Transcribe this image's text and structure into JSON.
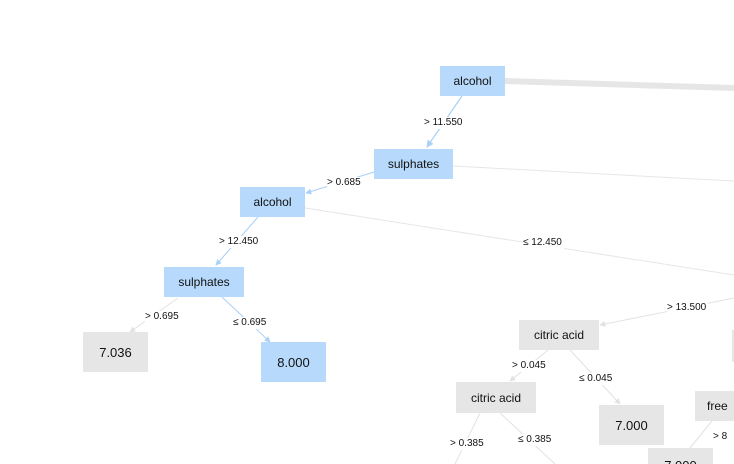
{
  "colors": {
    "highlight_node": "#b7d9fb",
    "default_node": "#e6e6e6",
    "highlight_edge": "#a8d0f8",
    "default_edge": "#e2e2e2"
  },
  "tree": {
    "nodes": {
      "alcohol_root": "alcohol",
      "sulphates_1": "sulphates",
      "alcohol_2": "alcohol",
      "sulphates_3": "sulphates",
      "leaf_7036": "7.036",
      "leaf_8000": "8.000",
      "citric_acid_1": "citric acid",
      "citric_acid_2": "citric acid",
      "leaf_7000": "7.000",
      "free_partial": "free",
      "leaf_bottom_partial": "7.000"
    },
    "edges": {
      "gt_11_550": "> 11.550",
      "gt_0_685": "> 0.685",
      "gt_12_450": "> 12.450",
      "le_12_450": "≤ 12.450",
      "gt_0_695": "> 0.695",
      "le_0_695": "≤ 0.695",
      "gt_13_500": "> 13.500",
      "gt_0_045": "> 0.045",
      "le_0_045": "≤ 0.045",
      "gt_0_385": "> 0.385",
      "le_0_385": "≤ 0.385",
      "gt_8": "> 8"
    }
  }
}
